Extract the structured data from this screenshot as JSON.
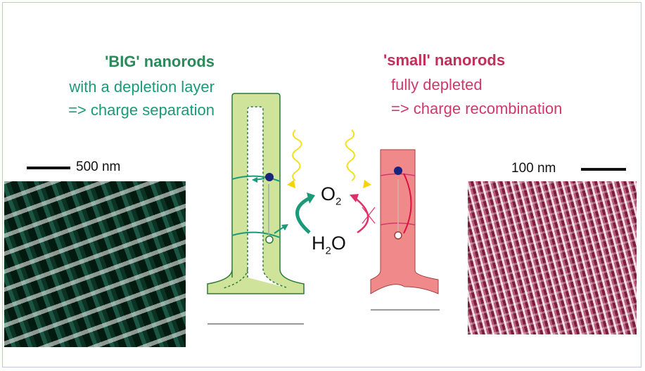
{
  "left": {
    "title": "'BIG' nanorods",
    "line1": "with a depletion layer",
    "line2": "=> charge separation",
    "scale": "500 nm"
  },
  "right": {
    "title": "'small' nanorods",
    "line1": "fully depleted",
    "line2": "=> charge recombination",
    "scale": "100 nm"
  },
  "center": {
    "o2": "O",
    "o2_sub": "2",
    "h2o_h": "H",
    "h2o_sub": "2",
    "h2o_o": "O"
  },
  "colors": {
    "green": "#1a9a78",
    "red": "#d0386a",
    "rod_green": "#cfe39a",
    "rod_red": "#f08a8a"
  }
}
